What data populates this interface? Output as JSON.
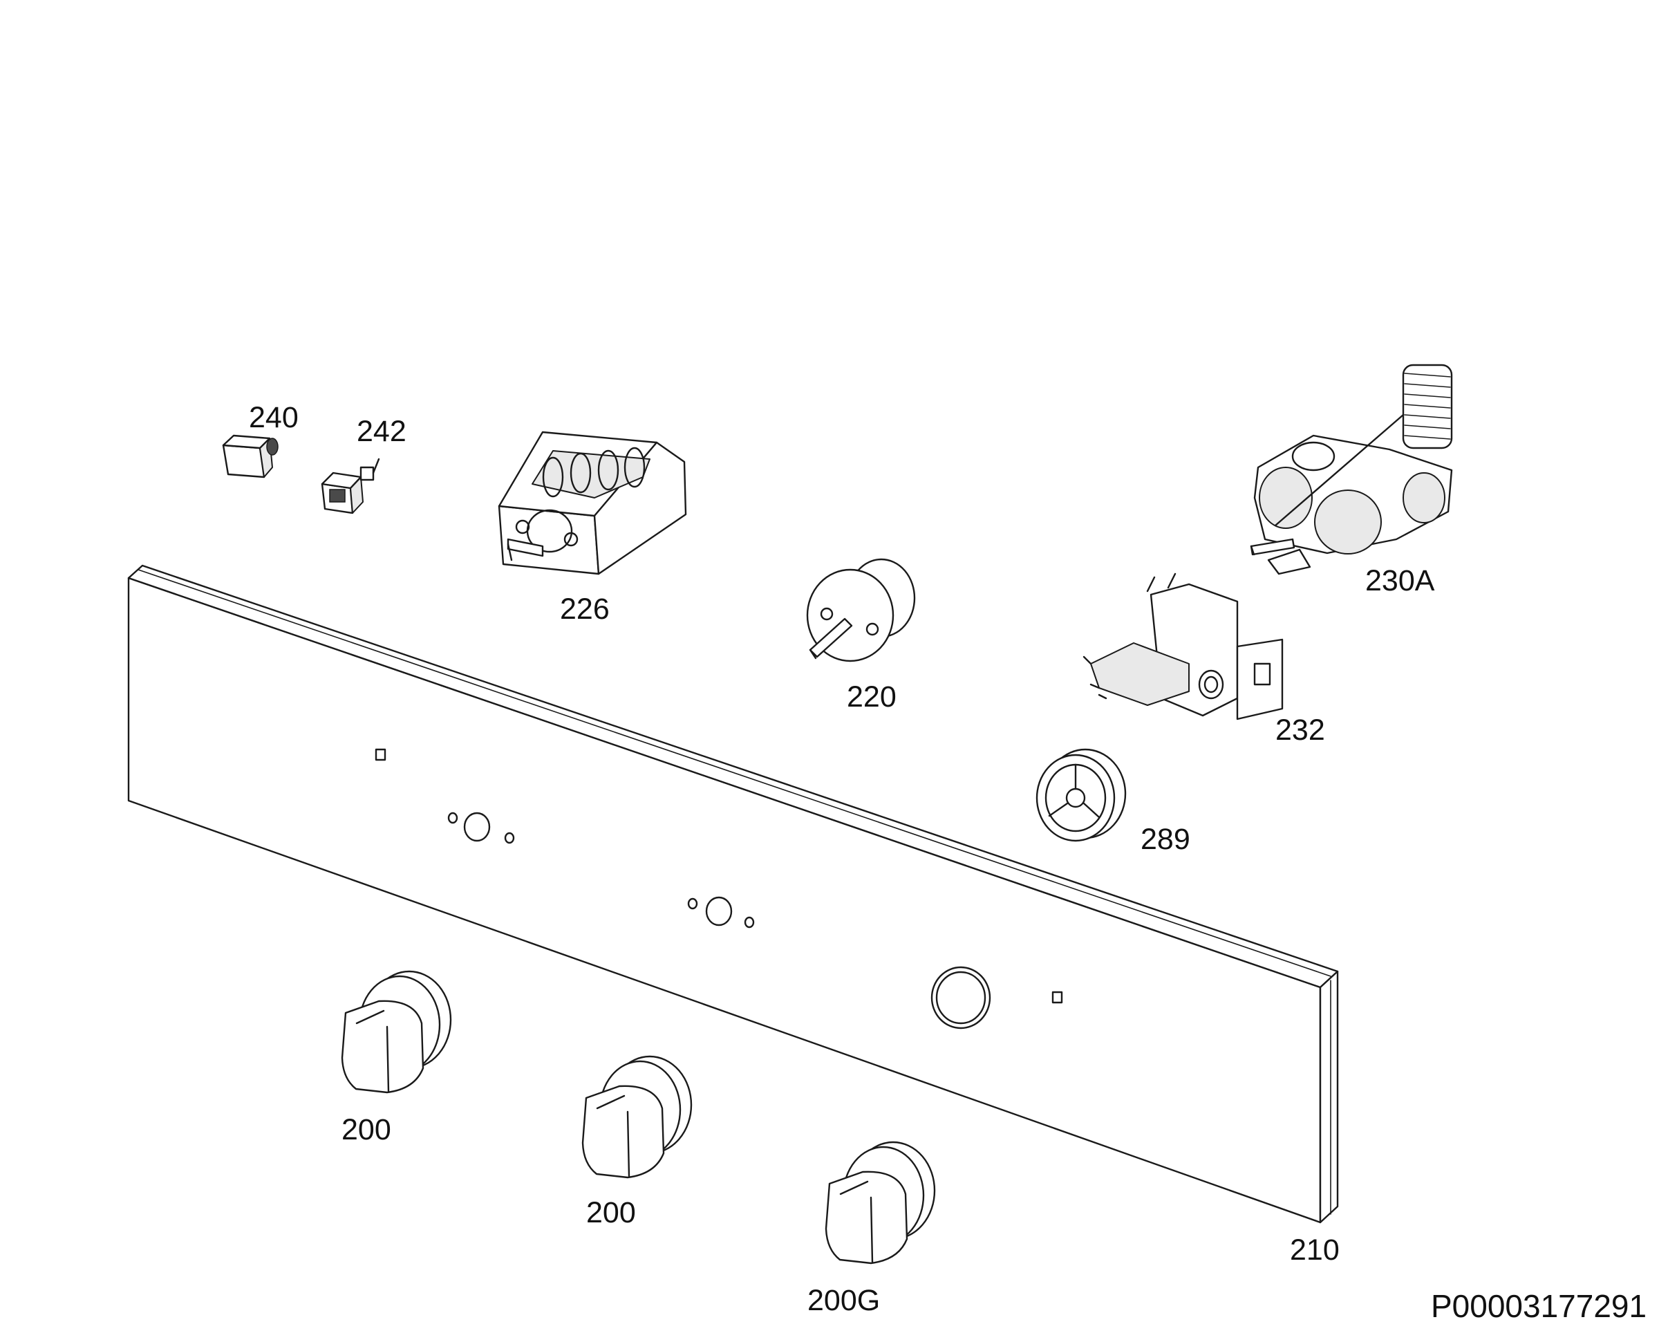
{
  "diagram": {
    "drawing_code": "P00003177291",
    "labels": {
      "p240": "240",
      "p242": "242",
      "p226": "226",
      "p230a": "230A",
      "p220": "220",
      "p232": "232",
      "p289": "289",
      "p200_left": "200",
      "p200_mid": "200",
      "p200g": "200G",
      "p210": "210"
    }
  }
}
